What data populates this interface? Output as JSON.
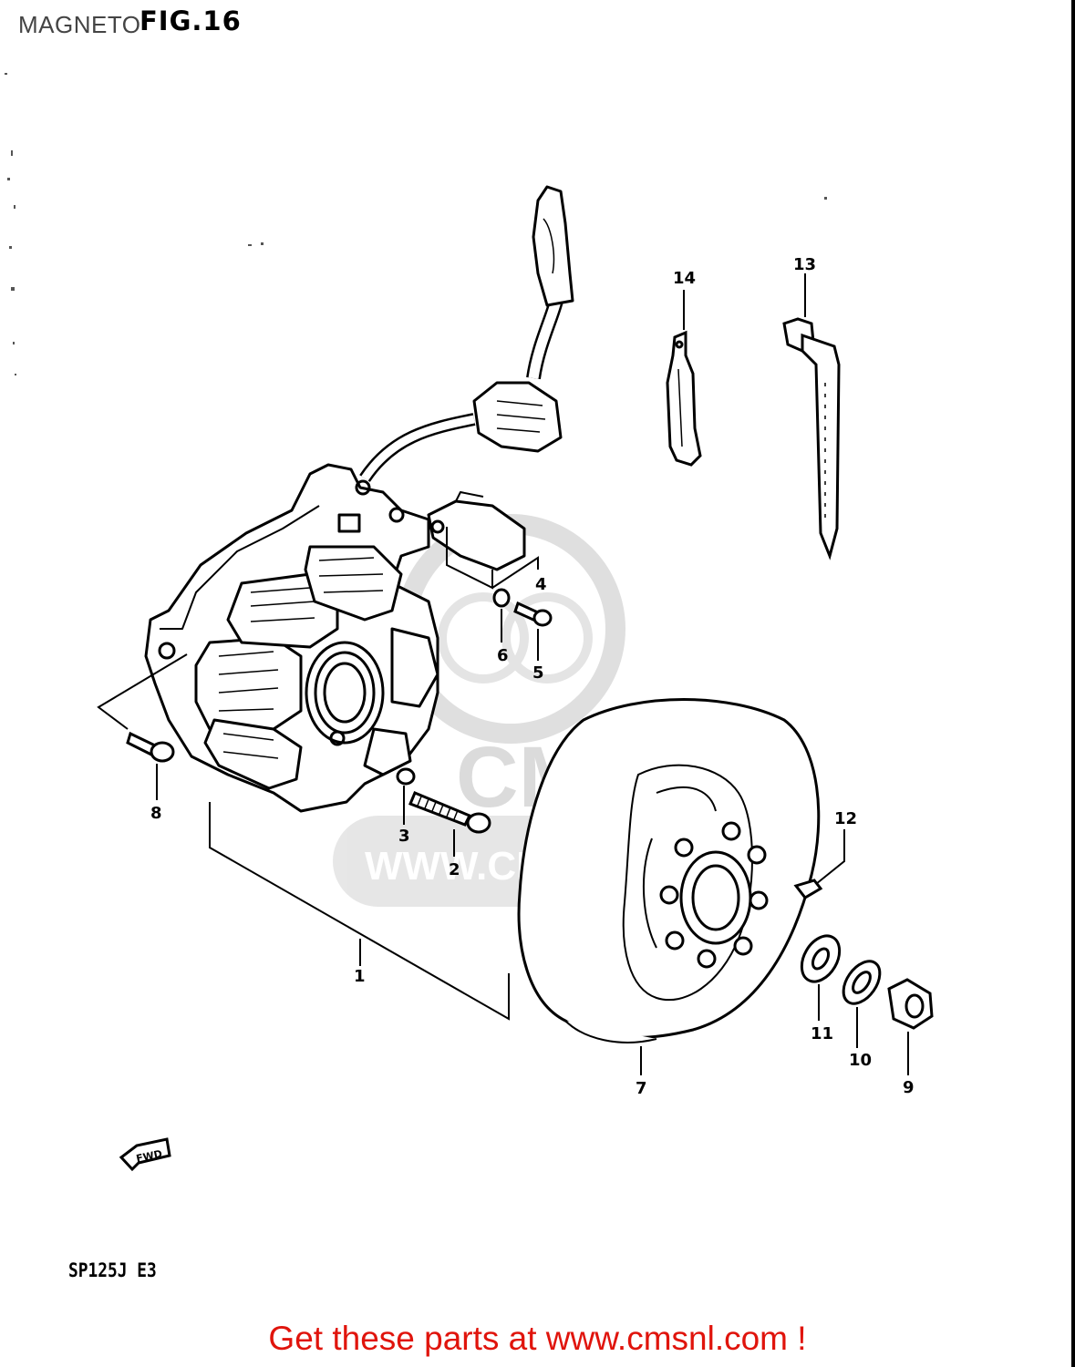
{
  "header": {
    "title": "MAGNETO",
    "figure": "FIG.16"
  },
  "model_code": "SP125J E3",
  "watermark": {
    "logo_text": "CMS",
    "url_text": "WWW.CMSNL.COM"
  },
  "fwd_label": "FWD",
  "footer": {
    "text": "Get these parts at www.cmsnl.com !"
  },
  "callouts": [
    "1",
    "2",
    "3",
    "4",
    "5",
    "6",
    "7",
    "8",
    "9",
    "10",
    "11",
    "12",
    "13",
    "14"
  ],
  "colors": {
    "footer": "#e0140c",
    "line": "#000000",
    "watermark": "#d8d8d8"
  }
}
